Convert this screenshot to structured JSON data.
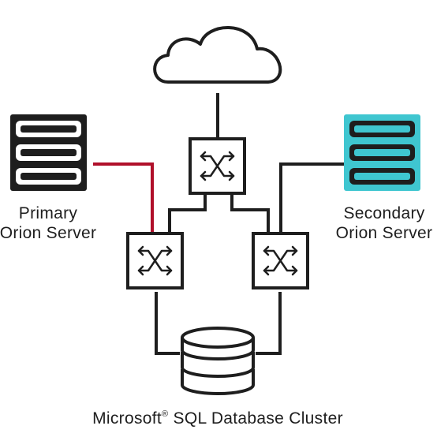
{
  "labels": {
    "primary_line1": "Primary",
    "primary_line2": "Orion Server",
    "secondary_line1": "Secondary",
    "secondary_line2": "Orion Server",
    "database_brand": "Microsoft",
    "database_mark": "®",
    "database_rest": " SQL Database Cluster"
  },
  "colors": {
    "line": "#1e1e1e",
    "primary_link": "#b0102a",
    "secondary_server_fill": "#3fc6d0",
    "server_fill": "#1e1e1e"
  },
  "icons": [
    "cloud-icon",
    "switch-icon",
    "server-icon",
    "database-icon"
  ]
}
